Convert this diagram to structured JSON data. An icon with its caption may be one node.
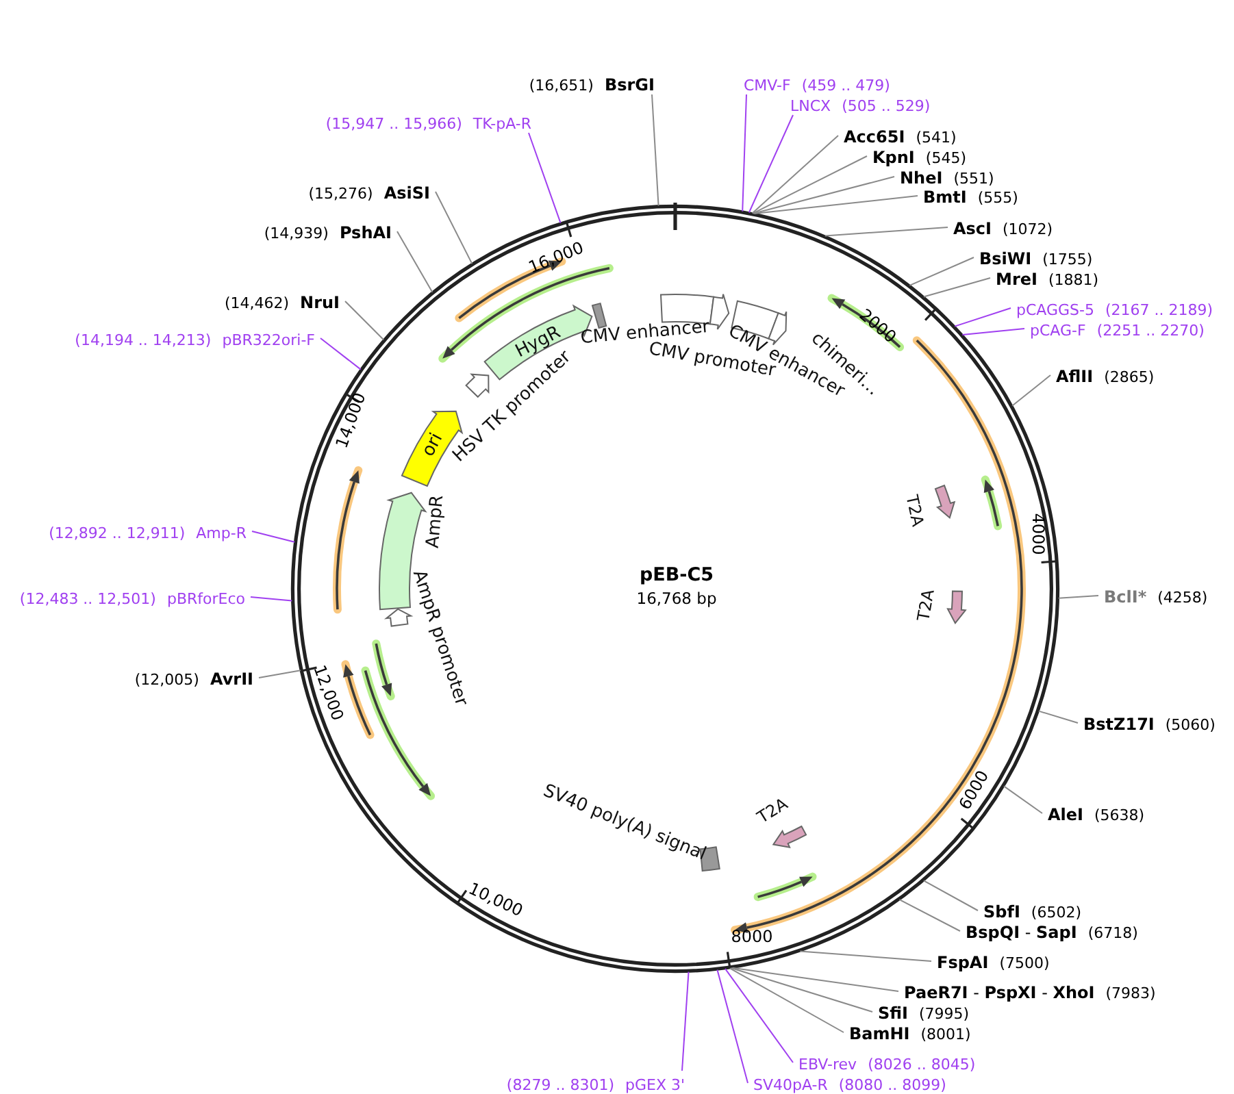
{
  "diagram": {
    "title": "pEB-C5",
    "nodes": [
      {
        "text": [
          "(16,651)",
          "BsrGI"
        ]
      },
      {
        "text": [
          "CMV-F",
          "(459 .. 479)"
        ]
      },
      {
        "text": [
          "LNCX",
          "(505 .. 529)"
        ]
      },
      {
        "text": [
          "(15,947 .. 15,966)",
          "TK-pA-R"
        ]
      },
      {
        "text": [
          "Acc65I",
          "(541)"
        ]
      },
      {
        "text": [
          "KpnI",
          "(545)"
        ]
      },
      {
        "text": [
          "NheI",
          "(551)"
        ]
      },
      {
        "text": [
          "(15,276)",
          "AsiSI"
        ]
      },
      {
        "text": [
          "BmtI",
          "(555)"
        ]
      },
      {
        "text": [
          "AscI",
          "(1072)"
        ]
      },
      {
        "text": [
          "(14,939)",
          "PshAI"
        ]
      },
      {
        "text": [
          "BsiWI",
          "(1755)"
        ]
      },
      {
        "text": [
          "MreI",
          "(1881)"
        ]
      },
      {
        "text": [
          "(14,462)",
          "NruI"
        ]
      },
      {
        "text": [
          "pCAGGS-5",
          "(2167 .. 2189)"
        ]
      },
      {
        "text": [
          "(14,194 .. 14,213)",
          "pBR322ori-F"
        ]
      },
      {
        "text": [
          "pCAG-F",
          "(2251 .. 2270)"
        ]
      },
      {
        "text": [
          "AflII",
          "(2865)"
        ]
      },
      {
        "text": [
          "(12,892 .. 12,911)",
          "Amp-R"
        ]
      },
      {
        "text": [
          "(12,483 .. 12,501)",
          "pBRforEco"
        ]
      },
      {
        "text": [
          "BclI*",
          "(4258)"
        ]
      },
      {
        "text": [
          "(12,005)",
          "AvrII"
        ]
      },
      {
        "text": [
          "BstZ17I",
          "(5060)"
        ]
      },
      {
        "text": [
          "AleI",
          "(5638)"
        ]
      },
      {
        "text": [
          "SbfI",
          "(6502)"
        ]
      },
      {
        "text": [
          "**BspQI** - **SapI**",
          "(6718)"
        ]
      },
      {
        "text": [
          "FspAI",
          "(7500)"
        ]
      },
      {
        "text": [
          "**PaeR7I** - **PspXI** - **XhoI**",
          "(7983)"
        ]
      },
      {
        "text": [
          "SfiI",
          "(7995)"
        ]
      },
      {
        "text": [
          "BamHI",
          "(8001)"
        ]
      },
      {
        "text": [
          "EBV-rev",
          "(8026 .. 8045)"
        ]
      },
      {
        "text": [
          "(8279 .. 8301)",
          "pGEX 3'"
        ]
      },
      {
        "text": [
          "SV40pA-R",
          "(8080 .. 8099)"
        ]
      },
      {
        "text": [
          "HygR"
        ]
      },
      {
        "text": [
          "HSV TK promoter"
        ]
      },
      {
        "text": [],
        "shape": "bar"
      },
      {
        "text": [
          "CMV enhancer"
        ]
      },
      {
        "text": [
          "CMV promoter"
        ]
      },
      {
        "text": [
          "CMV enhancer"
        ]
      },
      {
        "text": [
          "chimeri…"
        ]
      },
      {
        "text": [
          "ori"
        ]
      },
      {
        "text": [
          "AmpR"
        ]
      },
      {
        "text": [
          "T2A"
        ]
      },
      {
        "text": [
          "AmpR promoter"
        ]
      },
      {
        "text": [
          "T2A"
        ]
      },
      {
        "text": [
          "SV40 poly(A) signal"
        ]
      },
      {
        "text": [
          "T2A"
        ]
      }
    ],
    "edges": [
      {
        "from": 0,
        "to": null,
        "arrow": "none"
      },
      {
        "from": 1,
        "to": null,
        "arrow": "none",
        "color": "#a040f0"
      },
      {
        "from": 2,
        "to": null,
        "arrow": "none",
        "color": "#a040f0"
      },
      {
        "from": 3,
        "to": null,
        "arrow": "none",
        "color": "#a040f0"
      },
      {
        "from": 4,
        "to": null,
        "arrow": "none"
      },
      {
        "from": 5,
        "to": null,
        "arrow": "none"
      },
      {
        "from": 6,
        "to": null,
        "arrow": "none"
      },
      {
        "from": 7,
        "to": null,
        "arrow": "none"
      },
      {
        "from": 8,
        "to": null,
        "arrow": "none"
      },
      {
        "from": 9,
        "to": null,
        "arrow": "none"
      },
      {
        "from": 10,
        "to": null,
        "arrow": "none"
      },
      {
        "from": 11,
        "to": null,
        "arrow": "none"
      },
      {
        "from": 12,
        "to": null,
        "arrow": "none"
      },
      {
        "from": 13,
        "to": null,
        "arrow": "none"
      },
      {
        "from": 14,
        "to": null,
        "arrow": "none",
        "color": "#a040f0"
      },
      {
        "from": 15,
        "to": null,
        "arrow": "none",
        "color": "#a040f0"
      },
      {
        "from": 16,
        "to": null,
        "arrow": "none",
        "color": "#a040f0"
      },
      {
        "from": 17,
        "to": null,
        "arrow": "none"
      },
      {
        "from": 18,
        "to": null,
        "arrow": "none",
        "color": "#a040f0"
      },
      {
        "from": 19,
        "to": null,
        "arrow": "none",
        "color": "#a040f0"
      },
      {
        "from": 20,
        "to": null,
        "arrow": "none"
      },
      {
        "from": 21,
        "to": null,
        "arrow": "none"
      },
      {
        "from": 22,
        "to": null,
        "arrow": "none"
      },
      {
        "from": 23,
        "to": null,
        "arrow": "none"
      },
      {
        "from": 24,
        "to": null,
        "arrow": "none"
      },
      {
        "from": 25,
        "to": null,
        "arrow": "none"
      },
      {
        "from": 26,
        "to": null,
        "arrow": "none"
      },
      {
        "from": 27,
        "to": null,
        "arrow": "none"
      },
      {
        "from": 28,
        "to": null,
        "arrow": "none"
      },
      {
        "from": 29,
        "to": null,
        "arrow": "none"
      },
      {
        "from": 30,
        "to": null,
        "arrow": "none",
        "color": "#a040f0"
      },
      {
        "from": 31,
        "to": null,
        "arrow": "none",
        "color": "#a040f0"
      },
      {
        "from": 32,
        "to": null,
        "arrow": "none",
        "color": "#a040f0"
      }
    ],
    "labels": [
      "16,000",
      "2000",
      "14,000",
      "4000",
      "16,768 bp",
      "12,000",
      "6000",
      "10,000",
      "8000"
    ]
  }
}
